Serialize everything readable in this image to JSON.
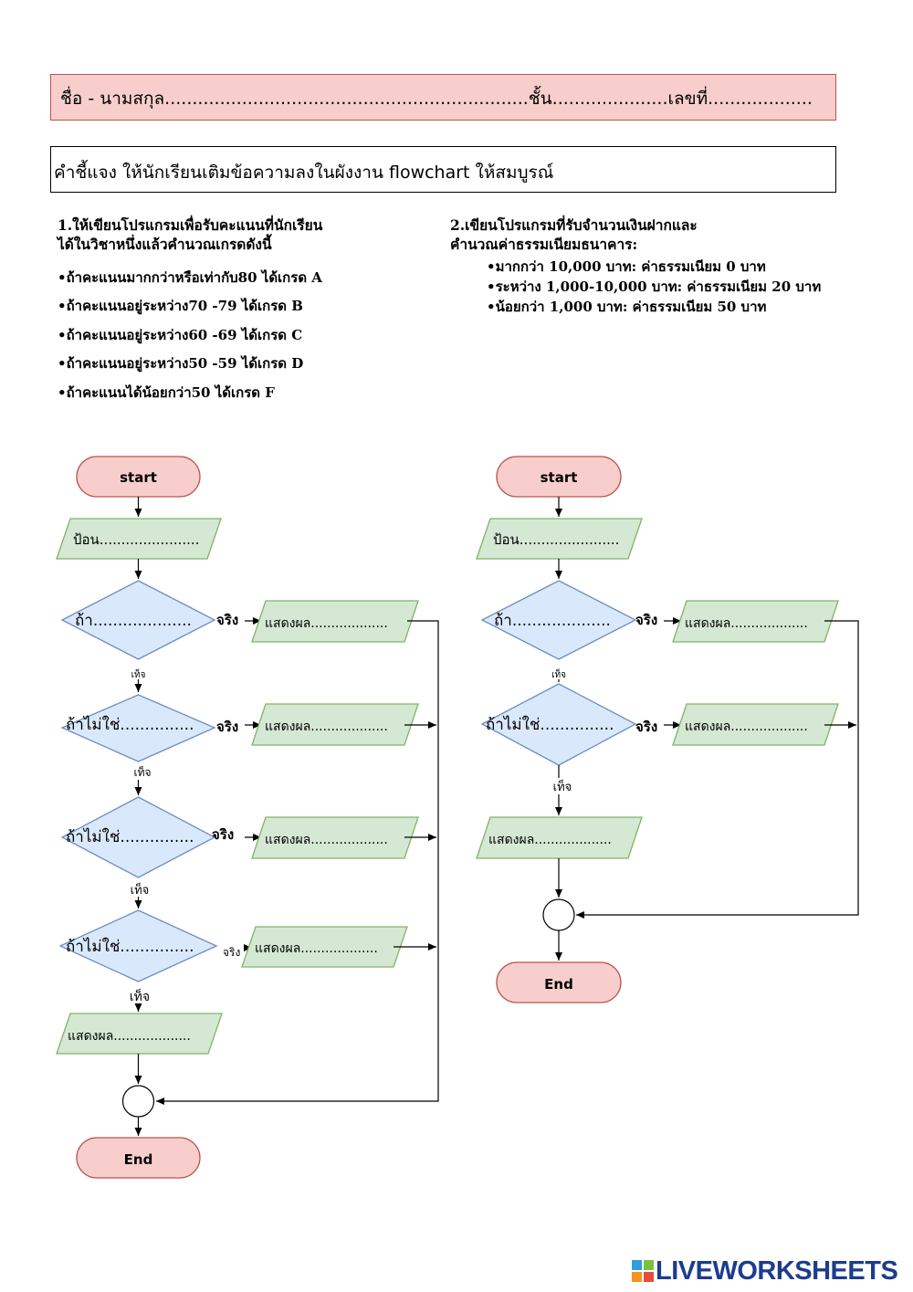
{
  "header": {
    "name_line": "ชื่อ - นามสกุล..................................................................ชั้น.....................เลขที่...................",
    "instruction": "คำชี้แจง ให้นักเรียนเติมข้อความลงในผังงาน flowchart ให้สมบูรณ์"
  },
  "task1": {
    "title_line1": "1.ให้เขียนโปรแกรมเพื่อรับคะแนนที่นักเรียน",
    "title_line2": "ได้ในวิชาหนึ่งแล้วคำนวณเกรดดังนี้",
    "bullets": [
      "•ถ้าคะแนนมากกว่าหรือเท่ากับ80 ได้เกรด A",
      "•ถ้าคะแนนอยู่ระหว่าง70 -79  ได้เกรด B",
      "•ถ้าคะแนนอยู่ระหว่าง60 -69  ได้เกรด C",
      "•ถ้าคะแนนอยู่ระหว่าง50 -59  ได้เกรด D",
      "•ถ้าคะแนนได้น้อยกว่า50 ได้เกรด F"
    ]
  },
  "task2": {
    "title_line1": "2.เขียนโปรแกรมที่รับจำนวนเงินฝากและ",
    "title_line2": "คำนวณค่าธรรมเนียมธนาคาร:",
    "bullets": [
      "•มากกว่า 10,000 บาท: ค่าธรรมเนียม 0 บาท",
      "•ระหว่าง 1,000-10,000 บาท: ค่าธรรมเนียม 20 บาท",
      "•น้อยกว่า 1,000 บาท: ค่าธรรมเนียม 50 บาท"
    ]
  },
  "flowchart1": {
    "start": "start",
    "input": "ป้อน.......................",
    "if": "ถ้า....................",
    "else_if": "ถ้าไม่ใช่...............",
    "true": "จริง",
    "false": "เท็จ",
    "output": "แสดงผล...................",
    "end": "End"
  },
  "flowchart2": {
    "start": "start",
    "input": "ป้อน.......................",
    "if": "ถ้า....................",
    "else_if": "ถ้าไม่ใช่...............",
    "true": "จริง",
    "false": "เท็จ",
    "output": "แสดงผล...................",
    "end": "End"
  },
  "brand": {
    "text": "LIVEWORKSHEETS",
    "color": "#1d3c8f"
  },
  "colors": {
    "terminal_fill": "#f8cecc",
    "terminal_stroke": "#b85450",
    "io_fill": "#d5e8d4",
    "io_stroke": "#82b366",
    "decision_fill": "#dae8fc",
    "decision_stroke": "#6c8ebf"
  }
}
